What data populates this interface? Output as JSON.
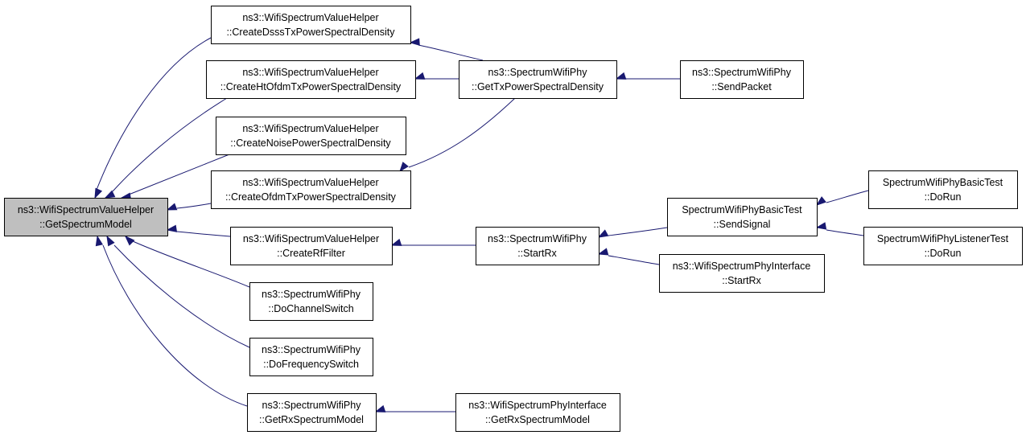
{
  "colors": {
    "edge": "#191970",
    "root_fill": "#bfbfbf",
    "node_fill": "#ffffff",
    "border": "#000000"
  },
  "nodes": [
    {
      "id": "getspectrummodel",
      "line1": "ns3::WifiSpectrumValueHelper",
      "line2": "::GetSpectrumModel",
      "root": true
    },
    {
      "id": "createdsss",
      "line1": "ns3::WifiSpectrumValueHelper",
      "line2": "::CreateDsssTxPowerSpectralDensity"
    },
    {
      "id": "createhtofdm",
      "line1": "ns3::WifiSpectrumValueHelper",
      "line2": "::CreateHtOfdmTxPowerSpectralDensity"
    },
    {
      "id": "createnoise",
      "line1": "ns3::WifiSpectrumValueHelper",
      "line2": "::CreateNoisePowerSpectralDensity"
    },
    {
      "id": "createofdm",
      "line1": "ns3::WifiSpectrumValueHelper",
      "line2": "::CreateOfdmTxPowerSpectralDensity"
    },
    {
      "id": "createrffilter",
      "line1": "ns3::WifiSpectrumValueHelper",
      "line2": "::CreateRfFilter"
    },
    {
      "id": "dochannelswitch",
      "line1": "ns3::SpectrumWifiPhy",
      "line2": "::DoChannelSwitch"
    },
    {
      "id": "dofrequencyswitch",
      "line1": "ns3::SpectrumWifiPhy",
      "line2": "::DoFrequencySwitch"
    },
    {
      "id": "getrxspectrummodel",
      "line1": "ns3::SpectrumWifiPhy",
      "line2": "::GetRxSpectrumModel"
    },
    {
      "id": "gettxpsd",
      "line1": "ns3::SpectrumWifiPhy",
      "line2": "::GetTxPowerSpectralDensity"
    },
    {
      "id": "sendpacket",
      "line1": "ns3::SpectrumWifiPhy",
      "line2": "::SendPacket"
    },
    {
      "id": "startrx",
      "line1": "ns3::SpectrumWifiPhy",
      "line2": "::StartRx"
    },
    {
      "id": "sendsignal",
      "line1": "SpectrumWifiPhyBasicTest",
      "line2": "::SendSignal"
    },
    {
      "id": "basicdorun",
      "line1": "SpectrumWifiPhyBasicTest",
      "line2": "::DoRun"
    },
    {
      "id": "listenerdorun",
      "line1": "SpectrumWifiPhyListenerTest",
      "line2": "::DoRun"
    },
    {
      "id": "ifacestartrx",
      "line1": "ns3::WifiSpectrumPhyInterface",
      "line2": "::StartRx"
    },
    {
      "id": "ifacegetrx",
      "line1": "ns3::WifiSpectrumPhyInterface",
      "line2": "::GetRxSpectrumModel"
    }
  ],
  "edges": [
    {
      "from": "createdsss",
      "to": "getspectrummodel"
    },
    {
      "from": "createhtofdm",
      "to": "getspectrummodel"
    },
    {
      "from": "createnoise",
      "to": "getspectrummodel"
    },
    {
      "from": "createofdm",
      "to": "getspectrummodel"
    },
    {
      "from": "createrffilter",
      "to": "getspectrummodel"
    },
    {
      "from": "dochannelswitch",
      "to": "getspectrummodel"
    },
    {
      "from": "dofrequencyswitch",
      "to": "getspectrummodel"
    },
    {
      "from": "getrxspectrummodel",
      "to": "getspectrummodel"
    },
    {
      "from": "gettxpsd",
      "to": "createdsss"
    },
    {
      "from": "gettxpsd",
      "to": "createhtofdm"
    },
    {
      "from": "gettxpsd",
      "to": "createofdm"
    },
    {
      "from": "sendpacket",
      "to": "gettxpsd"
    },
    {
      "from": "startrx",
      "to": "createrffilter"
    },
    {
      "from": "sendsignal",
      "to": "startrx"
    },
    {
      "from": "ifacestartrx",
      "to": "startrx"
    },
    {
      "from": "basicdorun",
      "to": "sendsignal"
    },
    {
      "from": "listenerdorun",
      "to": "sendsignal"
    },
    {
      "from": "ifacegetrx",
      "to": "getrxspectrummodel"
    }
  ]
}
